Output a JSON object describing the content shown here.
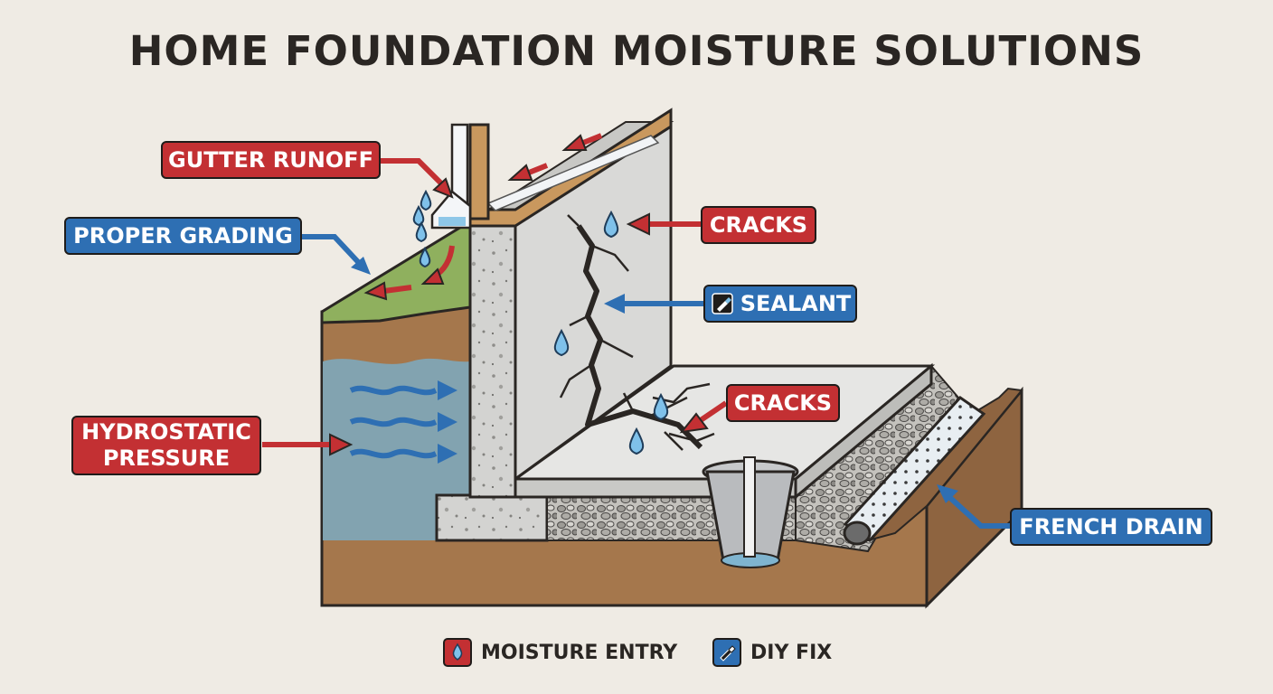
{
  "title": "HOME FOUNDATION MOISTURE SOLUTIONS",
  "labels": {
    "gutter_runoff": "GUTTER RUNOFF",
    "proper_grading": "PROPER GRADING",
    "cracks_wall": "CRACKS",
    "sealant": "SEALANT",
    "cracks_floor": "CRACKS",
    "hydrostatic_pressure_line1": "HYDROSTATIC",
    "hydrostatic_pressure_line2": "PRESSURE",
    "french_drain": "FRENCH DRAIN"
  },
  "legend": {
    "moisture_entry": "MOISTURE ENTRY",
    "diy_fix": "DIY FIX"
  },
  "colors": {
    "moisture_entry": "#c33033",
    "diy_fix": "#2e6fb3",
    "soil": "#a5774c",
    "water": "#7fa5b5",
    "grass": "#8fb05e",
    "concrete": "#dcdcdc",
    "gravel": "#b9b7b2"
  }
}
